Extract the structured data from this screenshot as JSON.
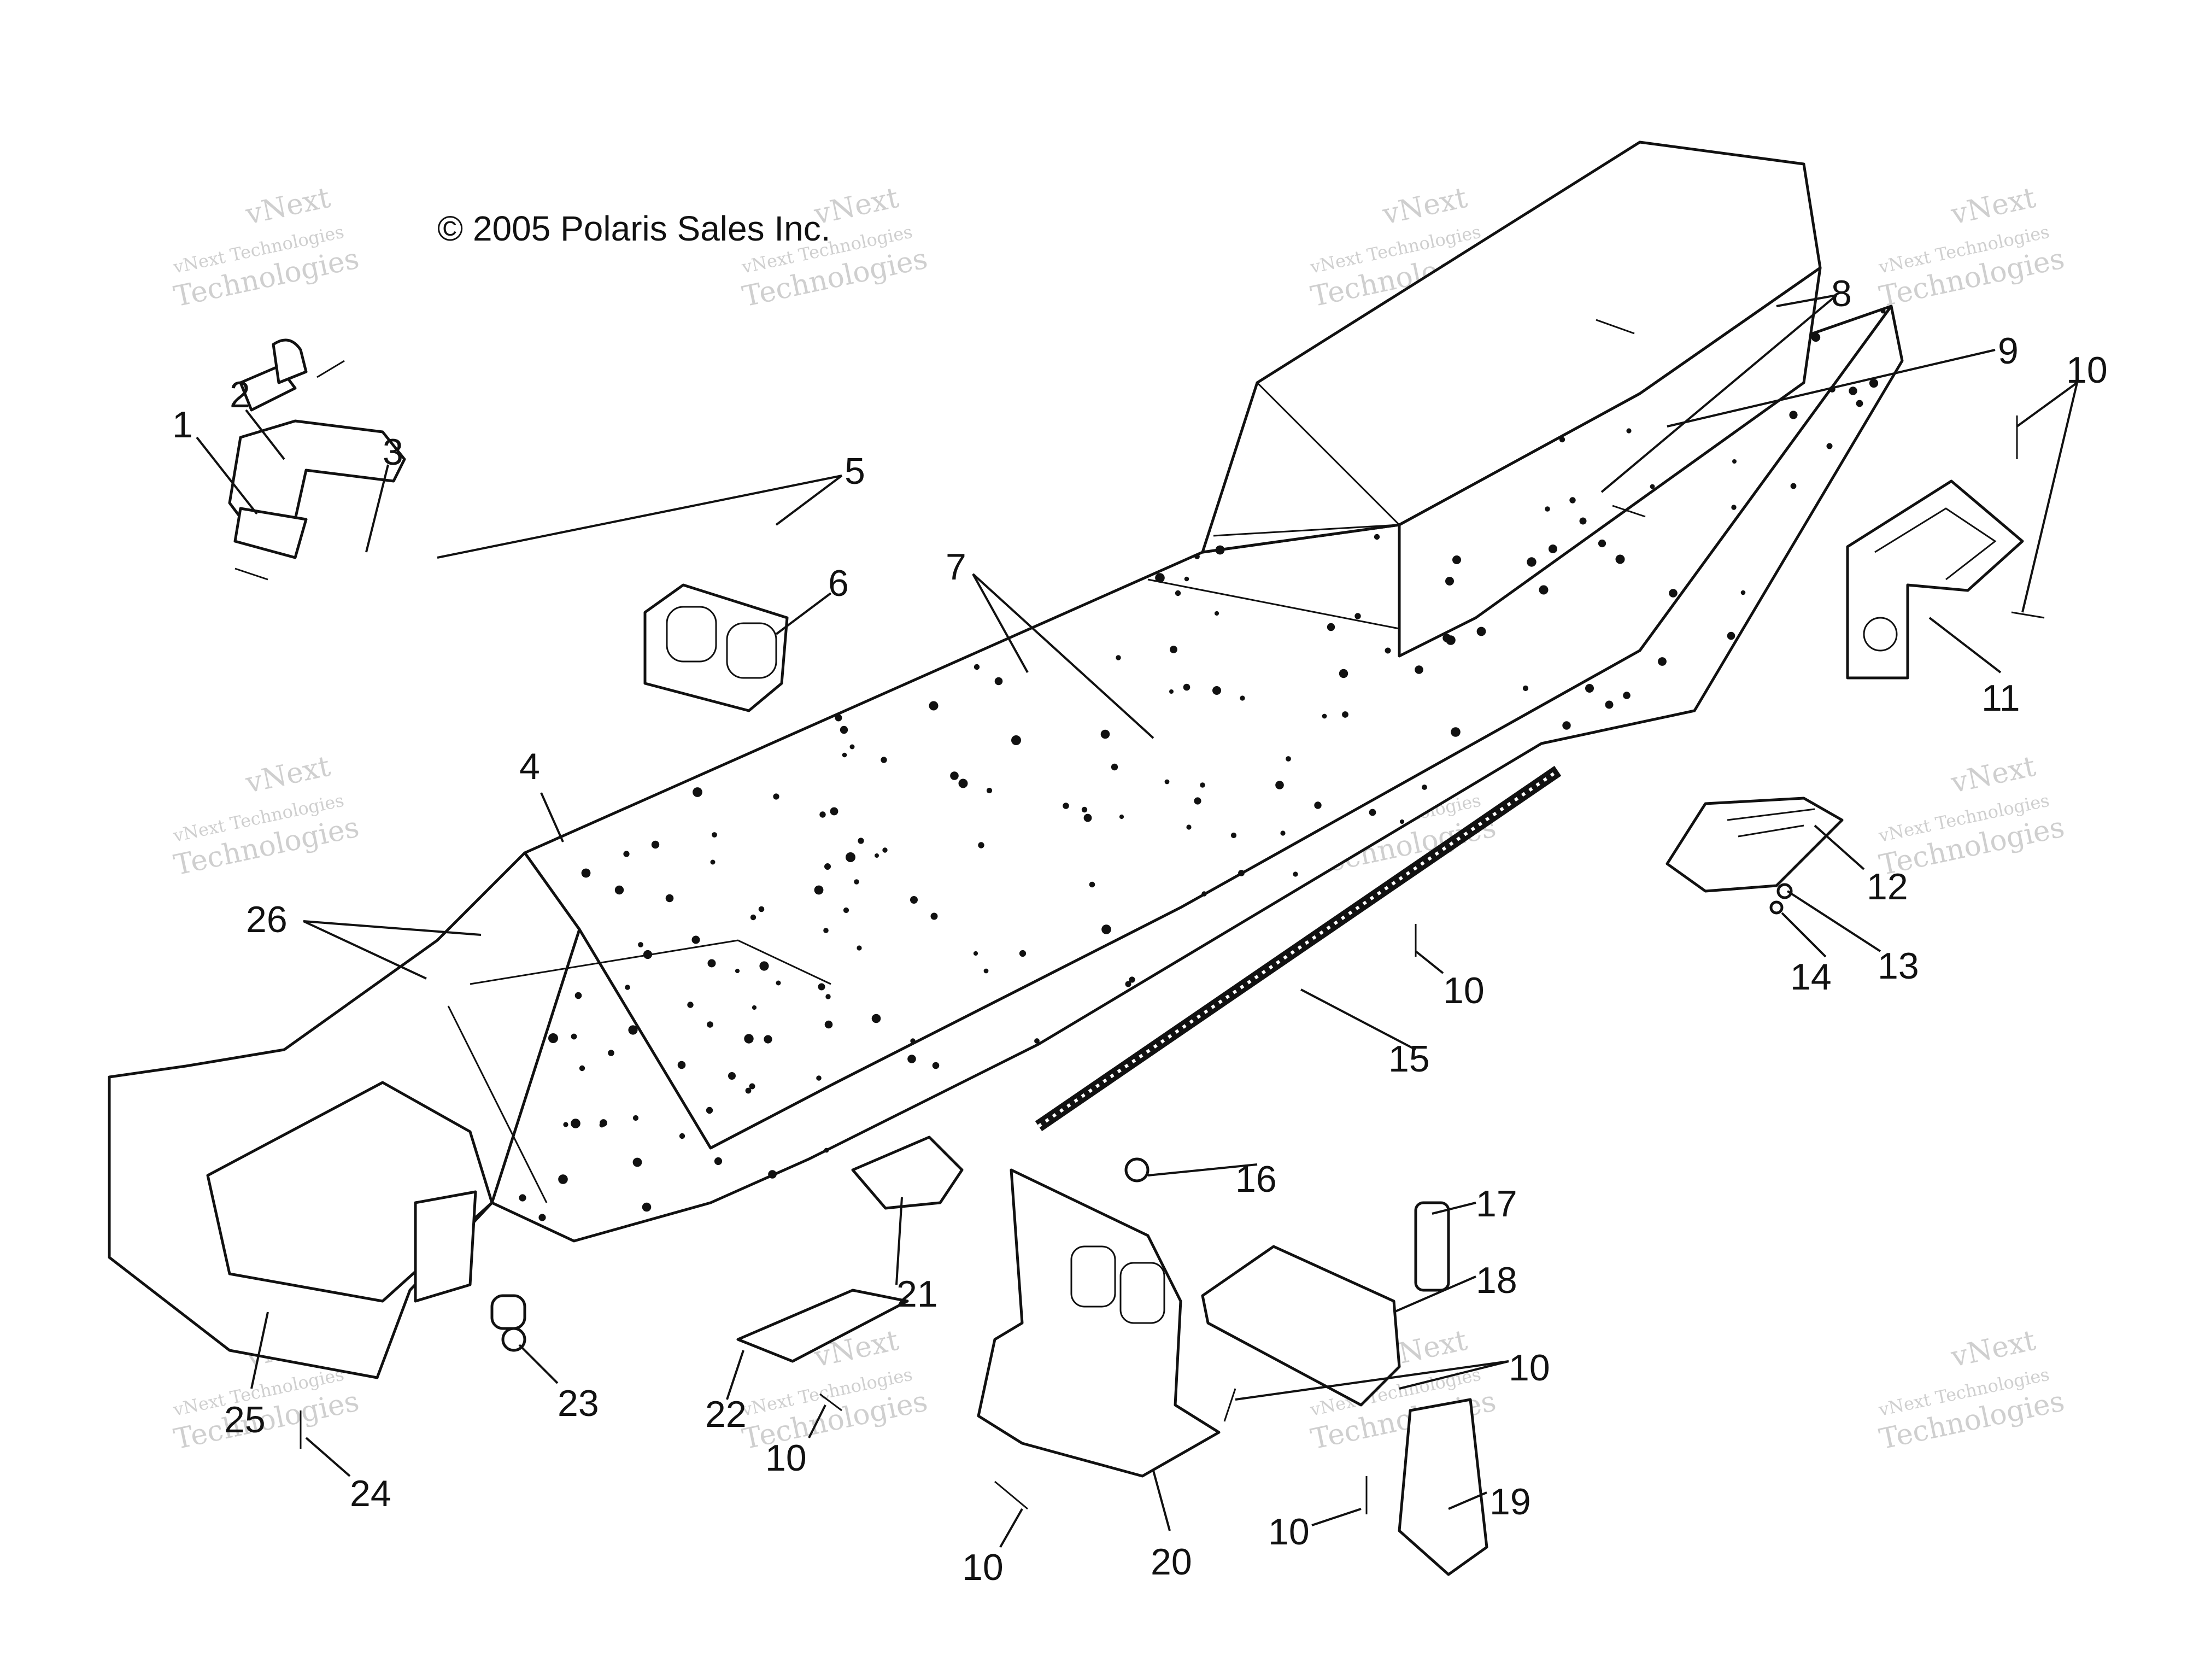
{
  "copyright": "© 2005 Polaris Sales Inc.",
  "watermark": {
    "line1": "vNext",
    "line2": "vNext Technologies",
    "line3": "Technologies"
  },
  "callouts": {
    "n1": "1",
    "n2": "2",
    "n3": "3",
    "n4": "4",
    "n5": "5",
    "n6": "6",
    "n7": "7",
    "n8": "8",
    "n9": "9",
    "n10": "10",
    "n11": "11",
    "n12": "12",
    "n13": "13",
    "n14": "14",
    "n15": "15",
    "n16": "16",
    "n17": "17",
    "n18": "18",
    "n19": "19",
    "n20": "20",
    "n21": "21",
    "n22": "22",
    "n23": "23",
    "n24": "24",
    "n25": "25",
    "n26": "26"
  }
}
